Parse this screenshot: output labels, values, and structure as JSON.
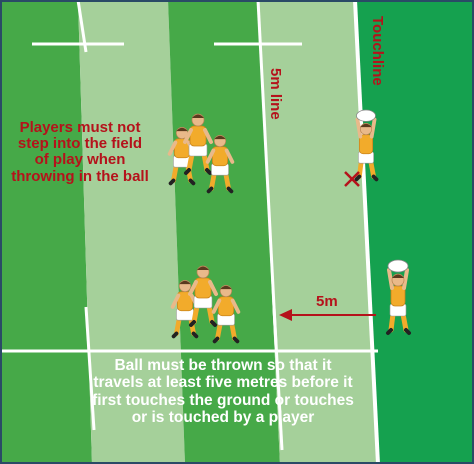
{
  "labels": {
    "five_m_line": "5m line",
    "touchline": "Touchline",
    "distance": "5m",
    "not_step_in": [
      "Players must not",
      "step into the field",
      "of play when",
      "throwing in the ball"
    ],
    "thrown_distance": [
      "Ball must be thrown so that it",
      "travels at least five metres before it",
      "first touches the ground or touches",
      "or is touched by a player"
    ]
  },
  "colors": {
    "pitch_dark": "#46a948",
    "pitch_light": "#a5d09a",
    "out_of_play": "#15a14f",
    "annotation_red": "#b5121b",
    "line_white": "#ffffff",
    "frame": "#2a4a66",
    "player_shirt": "#f2ab2b",
    "player_shorts": "#ffffff",
    "player_socks": "#f2ab2b"
  },
  "icons": {
    "illegal_marker": "red-cross-icon",
    "direction_arrow": "red-arrow-left-icon"
  }
}
